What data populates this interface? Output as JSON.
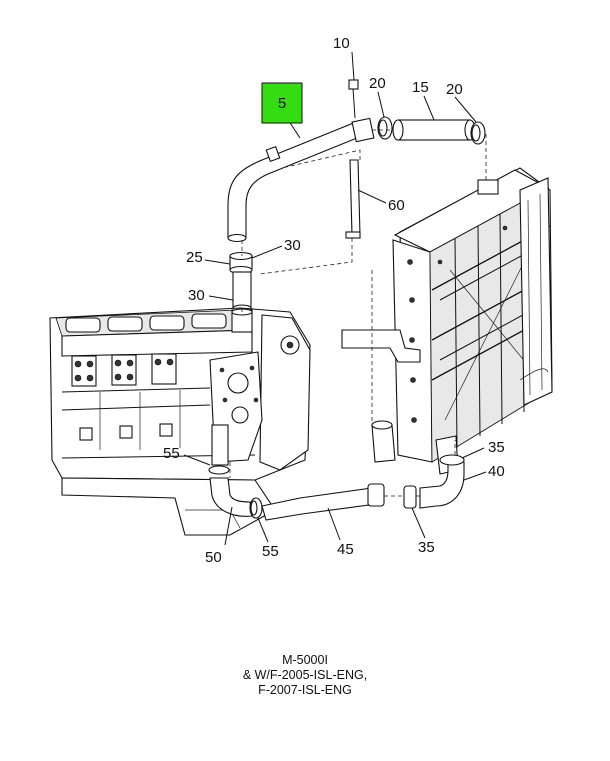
{
  "callouts": {
    "c5": "5",
    "c10": "10",
    "c15": "15",
    "c20a": "20",
    "c20b": "20",
    "c25": "25",
    "c30a": "30",
    "c30b": "30",
    "c35a": "35",
    "c35b": "35",
    "c40": "40",
    "c45": "45",
    "c50": "50",
    "c55a": "55",
    "c55b": "55",
    "c60": "60"
  },
  "highlight": {
    "label": "5",
    "color": "#33dd11"
  },
  "caption": {
    "line1": "M-5000I",
    "line2": "& W/F-2005-ISL-ENG,",
    "line3": "F-2007-ISL-ENG"
  }
}
